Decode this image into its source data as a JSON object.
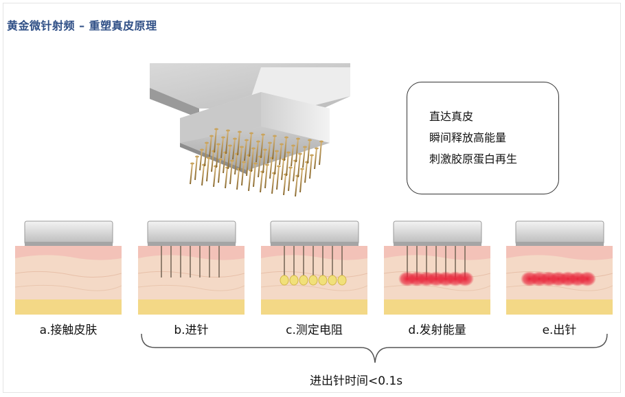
{
  "title": "黄金微针射频 – 重塑真皮原理",
  "callout": {
    "lines": [
      "直达真皮",
      "瞬间释放高能量",
      "刺激胶原蛋白再生"
    ]
  },
  "steps": [
    {
      "label": "a.接触皮肤",
      "needles": false,
      "effect": "none"
    },
    {
      "label": "b.进针",
      "needles": true,
      "effect": "none"
    },
    {
      "label": "c.测定电阻",
      "needles": true,
      "effect": "yellow"
    },
    {
      "label": "d.发射能量",
      "needles": true,
      "effect": "red"
    },
    {
      "label": "e.出针",
      "needles": false,
      "effect": "red"
    }
  ],
  "timing": "进出针时间<0.1s",
  "colors": {
    "title": "#2f4f86",
    "skin_top": "#f3c2b8",
    "skin_mid": "#f4d9c6",
    "fat": "#f2d77a",
    "energy_red": "#e8243a",
    "sensor_yellow": "#f1e07a"
  }
}
